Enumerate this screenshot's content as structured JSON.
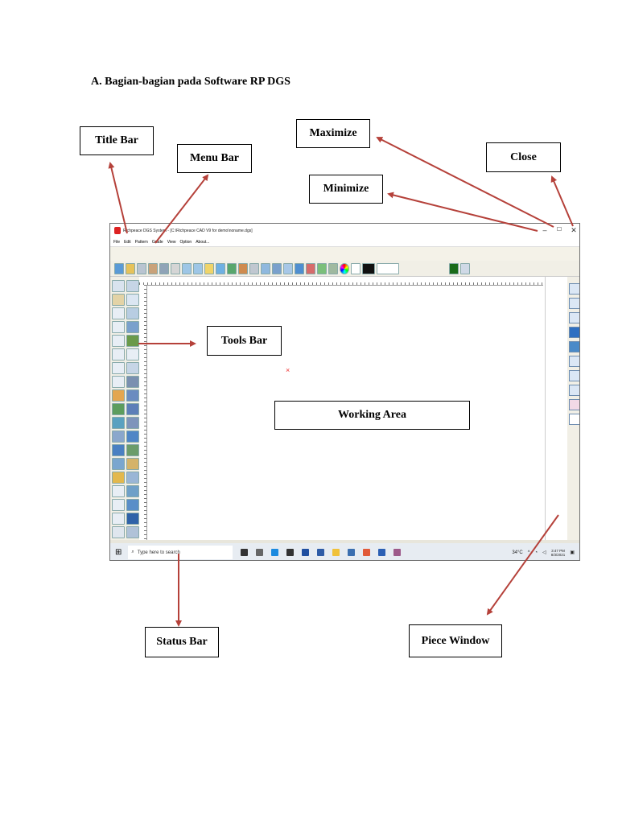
{
  "heading": "A.  Bagian-bagian pada Software RP DGS",
  "callouts": {
    "title_bar": "Title Bar",
    "menu_bar": "Menu Bar",
    "maximize": "Maximize",
    "minimize": "Minimize",
    "close": "Close",
    "tools_bar": "Tools Bar",
    "working_area": "Working Area",
    "status_bar": "Status Bar",
    "piece_window": "Piece Window"
  },
  "screenshot": {
    "window_title": "Richpeace DGS System - [C:\\Richpeace CAD V9 for demo\\noname.dgs]",
    "menu": [
      "File",
      "Edit",
      "Pattern",
      "Grade",
      "View",
      "Option",
      "About..."
    ],
    "controls": {
      "minimize": "–",
      "maximize": "☐",
      "close": "✕"
    },
    "taskbar": {
      "search_placeholder": "Type here to search",
      "temperature": "34°C",
      "time": "3:47 PM",
      "date": "8/3/2021"
    }
  },
  "colors": {
    "arrow": "#b5413a"
  }
}
